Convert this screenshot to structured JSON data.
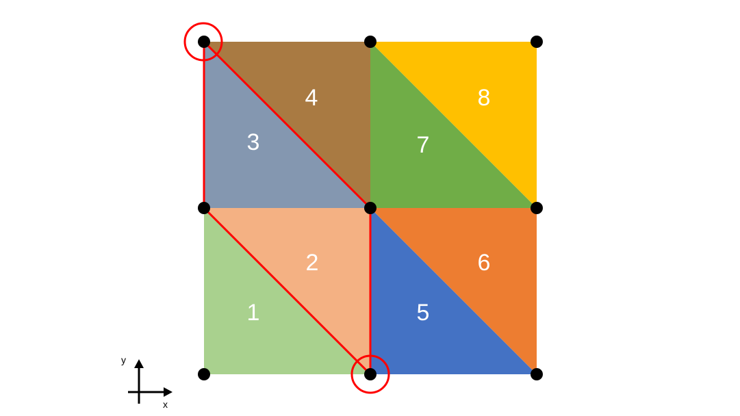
{
  "diagram": {
    "triangles": [
      {
        "label": "1",
        "color": "#a9d18e"
      },
      {
        "label": "2",
        "color": "#f4b183"
      },
      {
        "label": "3",
        "color": "#8497b0"
      },
      {
        "label": "4",
        "color": "#a97a42"
      },
      {
        "label": "5",
        "color": "#4472c4"
      },
      {
        "label": "6",
        "color": "#ed7d31"
      },
      {
        "label": "7",
        "color": "#70ad47"
      },
      {
        "label": "8",
        "color": "#ffc000"
      }
    ],
    "highlight_color": "#ff0000",
    "node_color": "#000000",
    "axes": {
      "x_label": "x",
      "y_label": "y"
    }
  }
}
